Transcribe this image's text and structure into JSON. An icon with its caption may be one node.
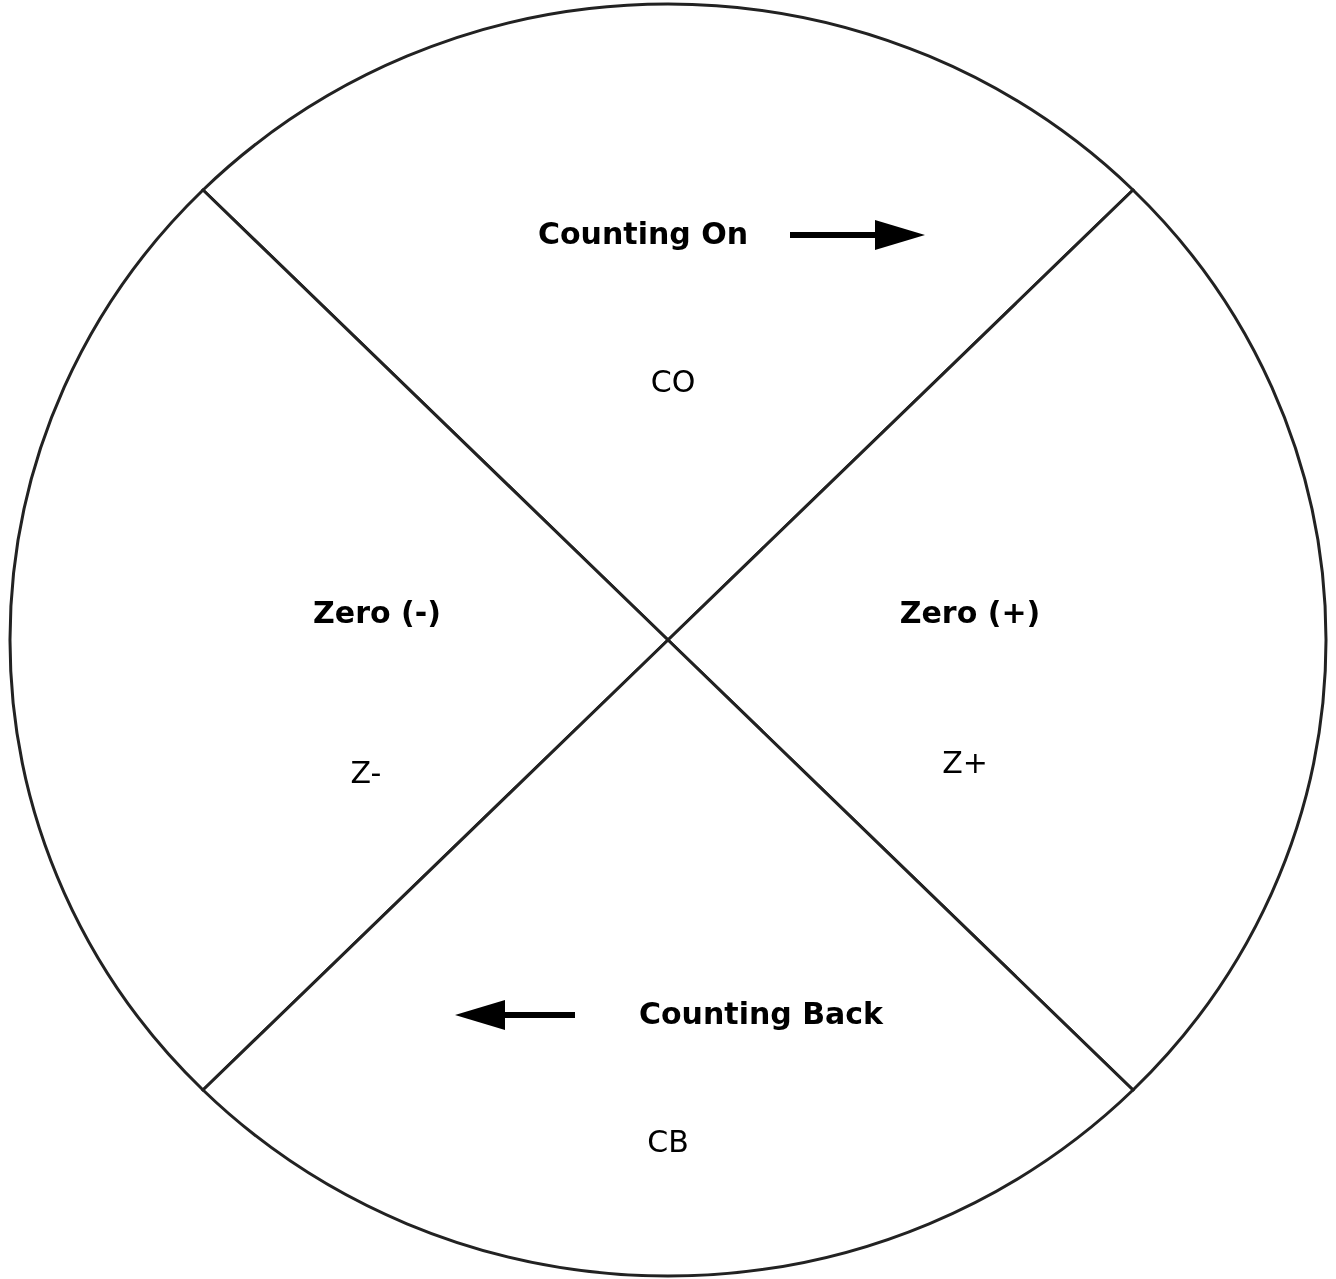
{
  "diagram": {
    "nodes": [
      {
        "text": [
          "Counting On",
          "CO"
        ]
      },
      {
        "text": [
          "Zero (-)",
          "Z-"
        ]
      },
      {
        "text": [
          "Zero (+)",
          "Z+"
        ]
      },
      {
        "text": [
          "Counting Back",
          "CB"
        ]
      }
    ],
    "edges": []
  }
}
